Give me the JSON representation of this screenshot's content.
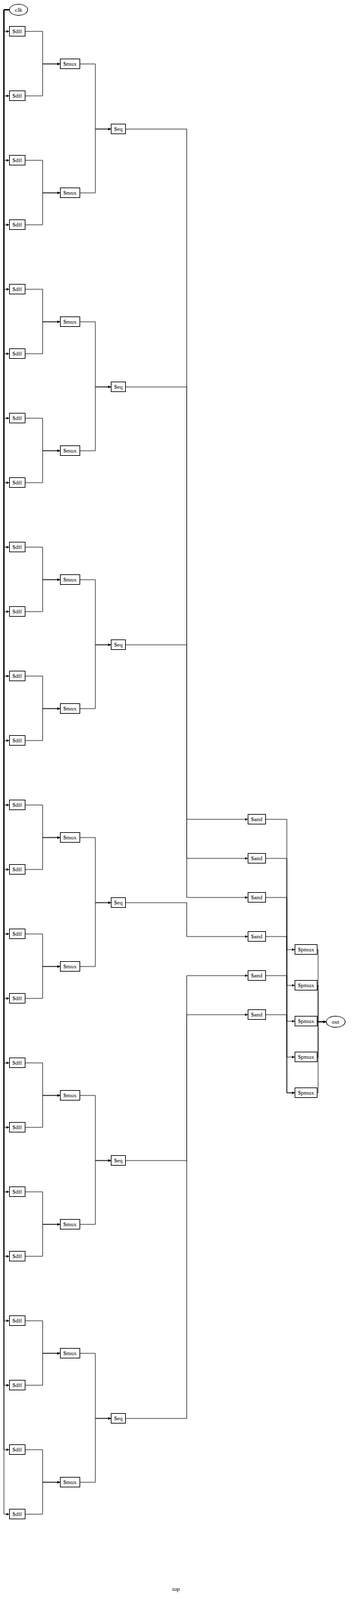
{
  "diagram": {
    "nodes": [
      {
        "text": [
          "clk"
        ]
      },
      {
        "text": [
          "$dff"
        ]
      },
      {
        "text": [
          "$dff"
        ]
      },
      {
        "text": [
          "$dff"
        ]
      },
      {
        "text": [
          "$dff"
        ]
      },
      {
        "text": [
          "$dff"
        ]
      },
      {
        "text": [
          "$dff"
        ]
      },
      {
        "text": [
          "$dff"
        ]
      },
      {
        "text": [
          "$dff"
        ]
      },
      {
        "text": [
          "$dff"
        ]
      },
      {
        "text": [
          "$dff"
        ]
      },
      {
        "text": [
          "$dff"
        ]
      },
      {
        "text": [
          "$dff"
        ]
      },
      {
        "text": [
          "$dff"
        ]
      },
      {
        "text": [
          "$dff"
        ]
      },
      {
        "text": [
          "$dff"
        ]
      },
      {
        "text": [
          "$dff"
        ]
      },
      {
        "text": [
          "$dff"
        ]
      },
      {
        "text": [
          "$dff"
        ]
      },
      {
        "text": [
          "$dff"
        ]
      },
      {
        "text": [
          "$dff"
        ]
      },
      {
        "text": [
          "$dff"
        ]
      },
      {
        "text": [
          "$dff"
        ]
      },
      {
        "text": [
          "$dff"
        ]
      },
      {
        "text": [
          "$dff"
        ]
      },
      {
        "text": [
          "$mux"
        ]
      },
      {
        "text": [
          "$mux"
        ]
      },
      {
        "text": [
          "$mux"
        ]
      },
      {
        "text": [
          "$mux"
        ]
      },
      {
        "text": [
          "$mux"
        ]
      },
      {
        "text": [
          "$mux"
        ]
      },
      {
        "text": [
          "$mux"
        ]
      },
      {
        "text": [
          "$mux"
        ]
      },
      {
        "text": [
          "$mux"
        ]
      },
      {
        "text": [
          "$mux"
        ]
      },
      {
        "text": [
          "$mux"
        ]
      },
      {
        "text": [
          "$mux"
        ]
      },
      {
        "text": [
          "$eq"
        ]
      },
      {
        "text": [
          "$eq"
        ]
      },
      {
        "text": [
          "$eq"
        ]
      },
      {
        "text": [
          "$eq"
        ]
      },
      {
        "text": [
          "$eq"
        ]
      },
      {
        "text": [
          "$eq"
        ]
      },
      {
        "text": [
          "$and"
        ]
      },
      {
        "text": [
          "$and"
        ]
      },
      {
        "text": [
          "$and"
        ]
      },
      {
        "text": [
          "$and"
        ]
      },
      {
        "text": [
          "$and"
        ]
      },
      {
        "text": [
          "$and"
        ]
      },
      {
        "text": [
          "$pmux"
        ]
      },
      {
        "text": [
          "$pmux"
        ]
      },
      {
        "text": [
          "$pmux"
        ]
      },
      {
        "text": [
          "$pmux"
        ]
      },
      {
        "text": [
          "$pmux"
        ]
      },
      {
        "text": [
          "out"
        ]
      }
    ],
    "edges": [
      {
        "from": 0,
        "to": 1,
        "arrow": "to"
      },
      {
        "from": 0,
        "to": 2,
        "arrow": "to"
      },
      {
        "from": 0,
        "to": 3,
        "arrow": "to"
      },
      {
        "from": 0,
        "to": 4,
        "arrow": "to"
      },
      {
        "from": 0,
        "to": 5,
        "arrow": "to"
      },
      {
        "from": 0,
        "to": 6,
        "arrow": "to"
      },
      {
        "from": 0,
        "to": 7,
        "arrow": "to"
      },
      {
        "from": 0,
        "to": 8,
        "arrow": "to"
      },
      {
        "from": 0,
        "to": 9,
        "arrow": "to"
      },
      {
        "from": 0,
        "to": 10,
        "arrow": "to"
      },
      {
        "from": 0,
        "to": 11,
        "arrow": "to"
      },
      {
        "from": 0,
        "to": 12,
        "arrow": "to"
      },
      {
        "from": 0,
        "to": 13,
        "arrow": "to"
      },
      {
        "from": 0,
        "to": 14,
        "arrow": "to"
      },
      {
        "from": 0,
        "to": 15,
        "arrow": "to"
      },
      {
        "from": 0,
        "to": 16,
        "arrow": "to"
      },
      {
        "from": 0,
        "to": 17,
        "arrow": "to"
      },
      {
        "from": 0,
        "to": 18,
        "arrow": "to"
      },
      {
        "from": 0,
        "to": 19,
        "arrow": "to"
      },
      {
        "from": 0,
        "to": 20,
        "arrow": "to"
      },
      {
        "from": 0,
        "to": 21,
        "arrow": "to"
      },
      {
        "from": 0,
        "to": 22,
        "arrow": "to"
      },
      {
        "from": 0,
        "to": 23,
        "arrow": "to"
      },
      {
        "from": 0,
        "to": 24,
        "arrow": "to"
      },
      {
        "from": 1,
        "to": 25,
        "arrow": "to"
      },
      {
        "from": 2,
        "to": 25,
        "arrow": "to"
      },
      {
        "from": 3,
        "to": 26,
        "arrow": "to"
      },
      {
        "from": 4,
        "to": 26,
        "arrow": "to"
      },
      {
        "from": 5,
        "to": 27,
        "arrow": "to"
      },
      {
        "from": 6,
        "to": 27,
        "arrow": "to"
      },
      {
        "from": 7,
        "to": 28,
        "arrow": "to"
      },
      {
        "from": 8,
        "to": 28,
        "arrow": "to"
      },
      {
        "from": 9,
        "to": 29,
        "arrow": "to"
      },
      {
        "from": 10,
        "to": 29,
        "arrow": "to"
      },
      {
        "from": 11,
        "to": 30,
        "arrow": "to"
      },
      {
        "from": 12,
        "to": 30,
        "arrow": "to"
      },
      {
        "from": 13,
        "to": 31,
        "arrow": "to"
      },
      {
        "from": 14,
        "to": 31,
        "arrow": "to"
      },
      {
        "from": 15,
        "to": 32,
        "arrow": "to"
      },
      {
        "from": 16,
        "to": 32,
        "arrow": "to"
      },
      {
        "from": 17,
        "to": 33,
        "arrow": "to"
      },
      {
        "from": 18,
        "to": 33,
        "arrow": "to"
      },
      {
        "from": 19,
        "to": 34,
        "arrow": "to"
      },
      {
        "from": 20,
        "to": 34,
        "arrow": "to"
      },
      {
        "from": 21,
        "to": 35,
        "arrow": "to"
      },
      {
        "from": 22,
        "to": 35,
        "arrow": "to"
      },
      {
        "from": 23,
        "to": 36,
        "arrow": "to"
      },
      {
        "from": 24,
        "to": 36,
        "arrow": "to"
      },
      {
        "from": 25,
        "to": 37,
        "arrow": "to"
      },
      {
        "from": 26,
        "to": 37,
        "arrow": "to"
      },
      {
        "from": 27,
        "to": 38,
        "arrow": "to"
      },
      {
        "from": 28,
        "to": 38,
        "arrow": "to"
      },
      {
        "from": 29,
        "to": 39,
        "arrow": "to"
      },
      {
        "from": 30,
        "to": 39,
        "arrow": "to"
      },
      {
        "from": 31,
        "to": 40,
        "arrow": "to"
      },
      {
        "from": 32,
        "to": 40,
        "arrow": "to"
      },
      {
        "from": 33,
        "to": 41,
        "arrow": "to"
      },
      {
        "from": 34,
        "to": 41,
        "arrow": "to"
      },
      {
        "from": 35,
        "to": 42,
        "arrow": "to"
      },
      {
        "from": 36,
        "to": 42,
        "arrow": "to"
      },
      {
        "from": 37,
        "to": 43,
        "arrow": "to"
      },
      {
        "from": 38,
        "to": 44,
        "arrow": "to"
      },
      {
        "from": 39,
        "to": 45,
        "arrow": "to"
      },
      {
        "from": 40,
        "to": 46,
        "arrow": "to"
      },
      {
        "from": 41,
        "to": 47,
        "arrow": "to"
      },
      {
        "from": 42,
        "to": 48,
        "arrow": "to"
      },
      {
        "from": 43,
        "to": 49,
        "arrow": "to"
      },
      {
        "from": 44,
        "to": 50,
        "arrow": "to"
      },
      {
        "from": 45,
        "to": 51,
        "arrow": "to"
      },
      {
        "from": 46,
        "to": 52,
        "arrow": "to"
      },
      {
        "from": 47,
        "to": 53,
        "arrow": "to"
      },
      {
        "from": 48,
        "to": 53,
        "arrow": "to"
      },
      {
        "from": 49,
        "to": 54,
        "arrow": "to"
      },
      {
        "from": 50,
        "to": 54,
        "arrow": "to"
      },
      {
        "from": 51,
        "to": 54,
        "arrow": "to"
      },
      {
        "from": 52,
        "to": 54,
        "arrow": "to"
      },
      {
        "from": 53,
        "to": 54,
        "arrow": "to"
      }
    ],
    "labels": [
      "top"
    ]
  }
}
